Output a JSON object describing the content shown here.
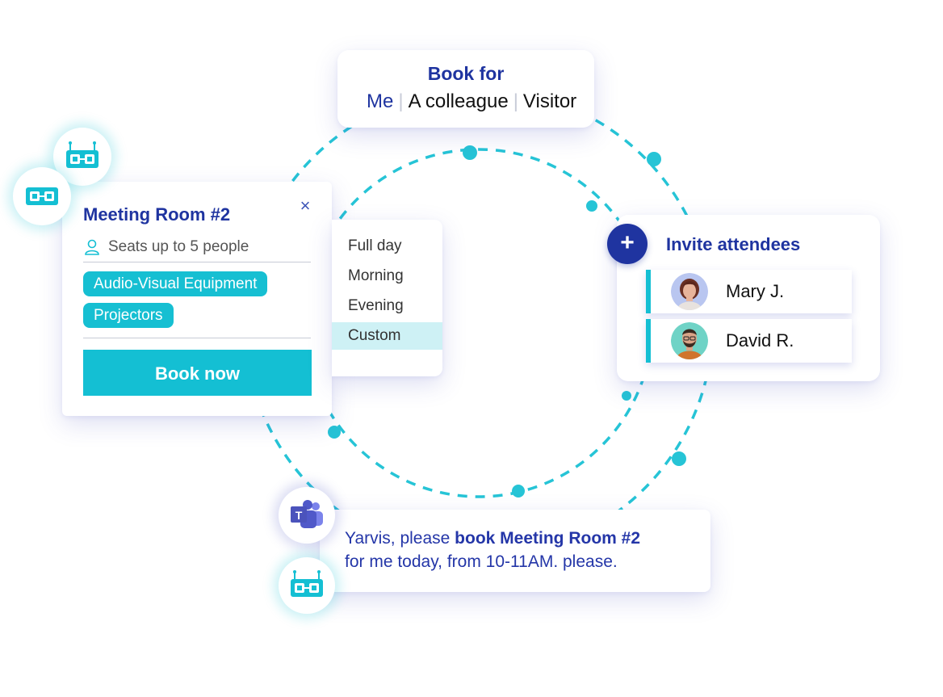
{
  "book_for": {
    "title": "Book for",
    "options": [
      "Me",
      "A colleague",
      "Visitor"
    ],
    "selected": "Me"
  },
  "room_card": {
    "title": "Meeting Room #2",
    "seats": "Seats up to 5 people",
    "tags": [
      "Audio-Visual Equipment",
      "Projectors"
    ],
    "book_label": "Book now",
    "close_icon": "close-icon",
    "seats_icon": "person-icon"
  },
  "duration_menu": {
    "items": [
      "Full day",
      "Morning",
      "Evening",
      "Custom"
    ],
    "selected": "Custom"
  },
  "invite": {
    "title": "Invite attendees",
    "add_icon": "plus-icon",
    "attendees": [
      {
        "name": "Mary J."
      },
      {
        "name": "David R."
      }
    ]
  },
  "chat": {
    "line1_prefix": "Yarvis, please ",
    "line1_bold": "book Meeting Room #2",
    "line2": "for me today, from 10-11AM. please.",
    "app_icon": "teams-icon",
    "bot_icon": "bot-icon"
  },
  "colors": {
    "brand_blue": "#1f34a0",
    "accent_cyan": "#14bfd3",
    "selected_bg": "#cef1f5"
  }
}
